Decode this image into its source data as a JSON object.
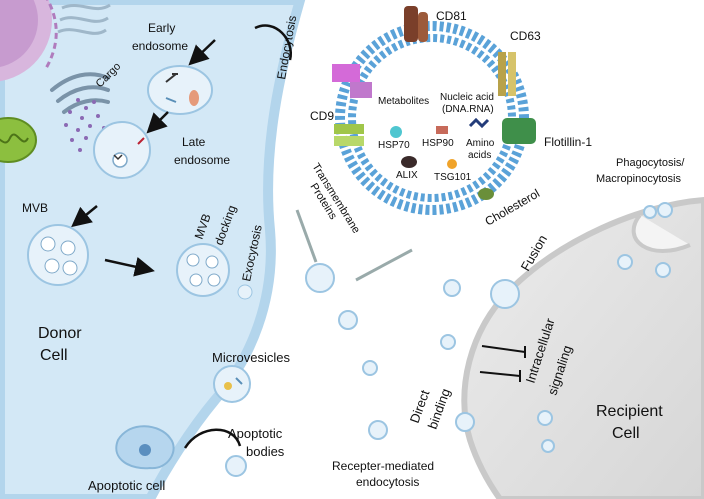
{
  "labels": {
    "early_endosome_1": "Early",
    "early_endosome_2": "endosome",
    "cargo": "Cargo",
    "late_endosome_1": "Late",
    "late_endosome_2": "endosome",
    "mvb": "MVB",
    "mvb_docking_1": "MVB",
    "mvb_docking_2": "docking",
    "exocytosis": "Exocytosis",
    "endocytosis": "Endocytosis",
    "donor_cell_1": "Donor",
    "donor_cell_2": "Cell",
    "microvesicles": "Microvesicles",
    "apoptotic_bodies_1": "Apoptotic",
    "apoptotic_bodies_2": "bodies",
    "apoptotic_cell": "Apoptotic cell",
    "recipient_cell_1": "Recipient",
    "recipient_cell_2": "Cell",
    "phagocytosis_1": "Phagocytosis/",
    "phagocytosis_2": "Macropinocytosis",
    "fusion": "Fusion",
    "direct_binding_1": "Direct",
    "direct_binding_2": "binding",
    "intracellular_signaling_1": "Intracellular",
    "intracellular_signaling_2": "signaling",
    "receptor_endocytosis_1": "Recepter-mediated",
    "receptor_endocytosis_2": "endocytosis"
  },
  "exosome": {
    "cd81": "CD81",
    "cd63": "CD63",
    "cd9": "CD9",
    "flotillin": "Flotillin-1",
    "metabolites": "Metabolites",
    "nucleic_acid_1": "Nucleic acid",
    "nucleic_acid_2": "(DNA.RNA)",
    "hsp70": "HSP70",
    "hsp90": "HSP90",
    "amino_1": "Amino",
    "amino_2": "acids",
    "alix": "ALIX",
    "tsg101": "TSG101",
    "transmembrane_1": "Transmembrane",
    "transmembrane_2": "Proteins",
    "cholesterol": "Cholesterol"
  },
  "colors": {
    "donor_cell": "#cfe6f5",
    "cell_membrane": "#a8cfe8",
    "vesicle_fill": "#e8f3fa",
    "recipient_cell": "#e2e2e2",
    "exosome_bilayer": "#2f7fc0",
    "exosome_interior": "#ffffff"
  }
}
